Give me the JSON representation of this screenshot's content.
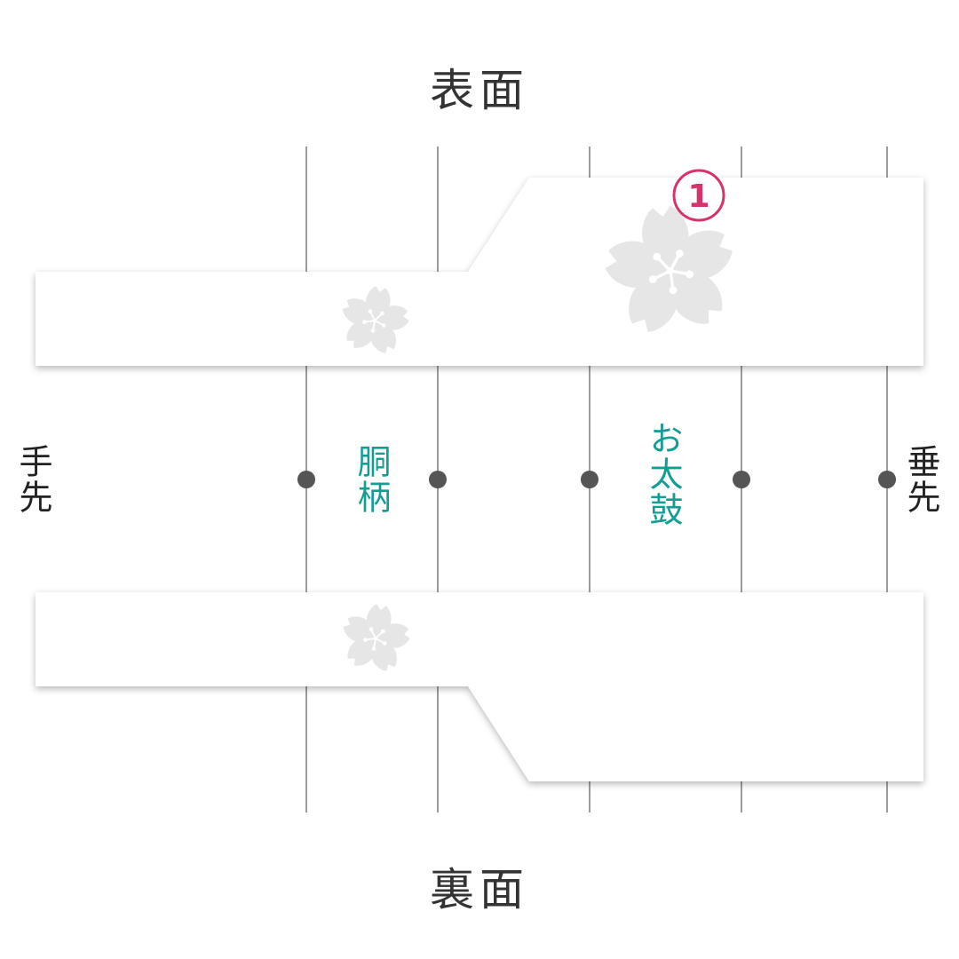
{
  "labels": {
    "front": "表面",
    "back": "裏面",
    "left_end": "手先",
    "right_end": "垂先",
    "section_body": "胴柄",
    "section_taiko": "お太鼓"
  },
  "marker": {
    "number": "1"
  },
  "colors": {
    "accent_teal": "#139e94",
    "marker_magenta": "#d6336c",
    "guide_line": "#666666",
    "dot": "#555555",
    "flower": "#e6e6e6",
    "text": "#333333"
  },
  "icons": [
    "sakura-flower-icon",
    "circled-number-icon"
  ]
}
